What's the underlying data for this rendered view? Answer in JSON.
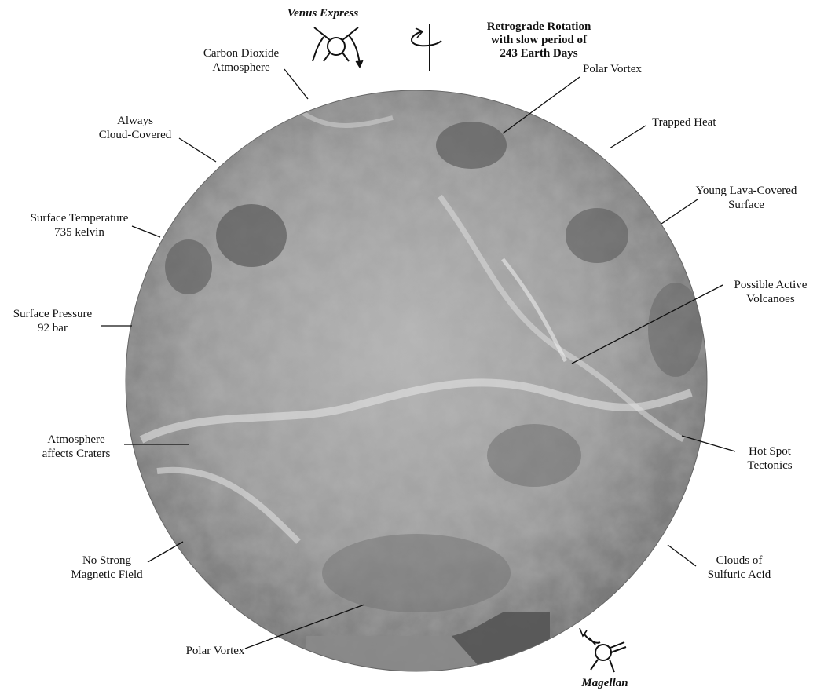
{
  "spacecraft": {
    "top": "Venus Express",
    "bottom": "Magellan"
  },
  "rotation": {
    "line1": "Retrograde Rotation",
    "line2": "with slow period of",
    "line3": "243 Earth Days"
  },
  "labels": {
    "carbon_dioxide": [
      "Carbon Dioxide",
      "Atmosphere"
    ],
    "polar_vortex_top": "Polar Vortex",
    "always_cloud": [
      "Always",
      "Cloud-Covered"
    ],
    "trapped_heat": "Trapped Heat",
    "surface_temp": [
      "Surface Temperature",
      "735 kelvin"
    ],
    "young_lava": [
      "Young Lava-Covered",
      "Surface"
    ],
    "surface_pressure": [
      "Surface Pressure",
      "92 bar"
    ],
    "active_volcanoes": [
      "Possible Active",
      "Volcanoes"
    ],
    "atmosphere_craters": [
      "Atmosphere",
      "affects Craters"
    ],
    "hot_spot": [
      "Hot Spot",
      "Tectonics"
    ],
    "magnetic_field": [
      "No Strong",
      "Magnetic Field"
    ],
    "sulfuric_clouds": [
      "Clouds of",
      "Sulfuric Acid"
    ],
    "polar_vortex_bottom": "Polar Vortex"
  },
  "colors": {
    "planet_light": "#d8d8d8",
    "planet_mid": "#9a9a9a",
    "planet_dark": "#5a5a5a",
    "leader": "#111111"
  },
  "icons": {
    "top_spacecraft": "venus-express-spacecraft-icon",
    "rotation": "rotation-axis-icon",
    "bottom_spacecraft": "magellan-spacecraft-icon"
  }
}
